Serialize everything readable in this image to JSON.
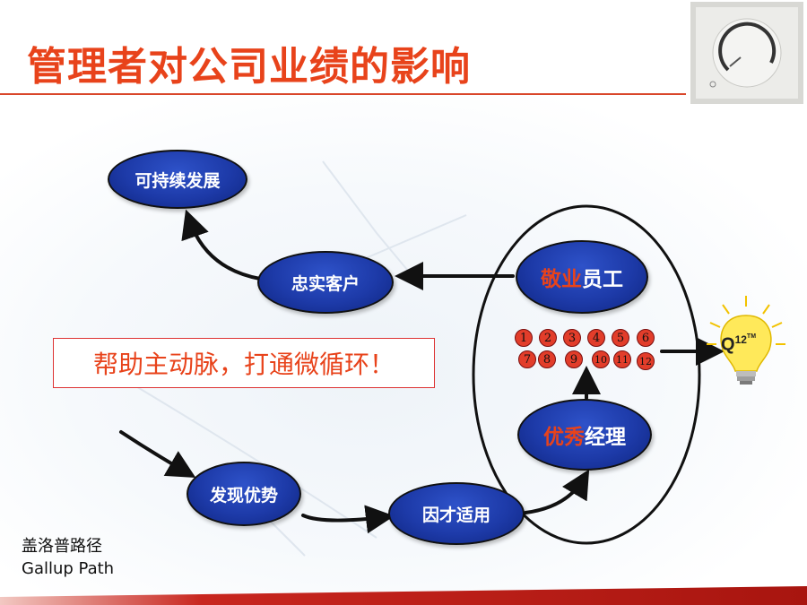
{
  "title": "管理者对公司业绩的影响",
  "nodes": {
    "sustainable": "可持续发展",
    "loyal": "忠实客户",
    "discover": "发现优势",
    "fit": "因才适用"
  },
  "engaged": {
    "accent": "敬业",
    "rest": "员工"
  },
  "manager": {
    "accent": "优秀",
    "rest": "经理"
  },
  "slogan": "帮助主动脉，打通微循环！",
  "q12_numbers": [
    "1",
    "2",
    "3",
    "4",
    "5",
    "6",
    "7",
    "8",
    "9",
    "10",
    "11",
    "12"
  ],
  "q12_badge": {
    "letter": "Q",
    "sup": "12",
    "tm": "TM"
  },
  "gallup": {
    "cn": "盖洛普路径",
    "en": "Gallup Path"
  },
  "colors": {
    "title": "#e8431b",
    "node_blue": "#1d3aa8",
    "dot_red": "#e23d2a"
  }
}
